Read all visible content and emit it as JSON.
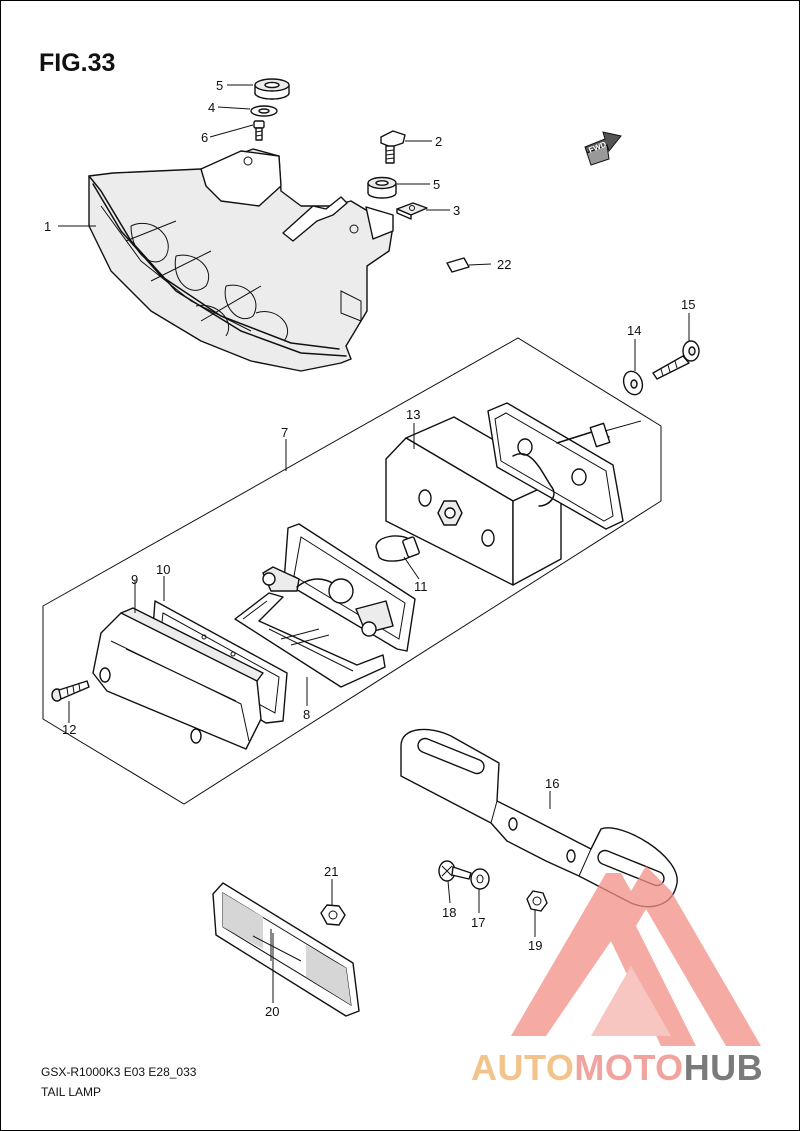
{
  "figure": {
    "title": "FIG.33",
    "model_code": "GSX-R1000K3 E03 E28_033",
    "section_name": "TAIL LAMP",
    "fwd_label": "FWD"
  },
  "callouts": [
    "1",
    "2",
    "3",
    "4",
    "5",
    "5",
    "6",
    "7",
    "8",
    "9",
    "10",
    "11",
    "12",
    "13",
    "14",
    "15",
    "16",
    "17",
    "18",
    "19",
    "20",
    "21",
    "22"
  ],
  "watermark": {
    "part1": "AUTO",
    "part2": "MOTO",
    "part3": "HUB",
    "colors": {
      "auto": "#f2c38a",
      "moto": "#f1a39d",
      "hub": "#7a7a7a",
      "logo": "#f28f86"
    }
  }
}
